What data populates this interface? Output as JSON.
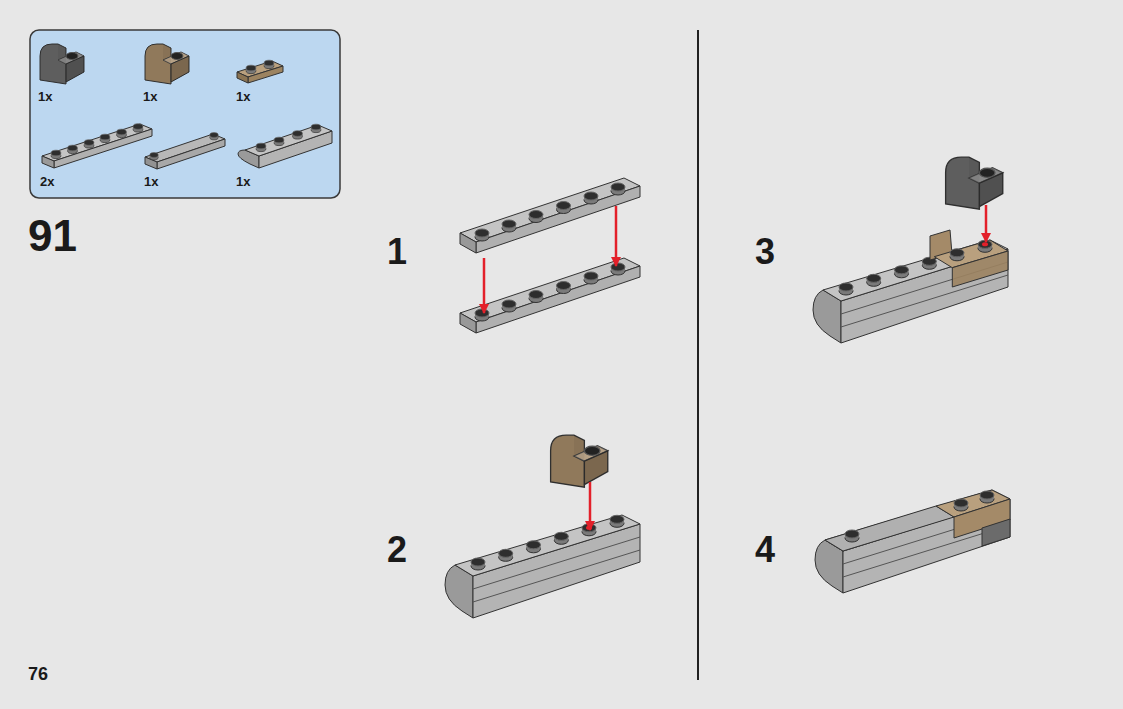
{
  "diagram": {
    "labels": [
      "1x",
      "1x",
      "1x",
      "2x",
      "1x",
      "1x",
      "91",
      "1",
      "2",
      "3",
      "4",
      "76"
    ]
  }
}
